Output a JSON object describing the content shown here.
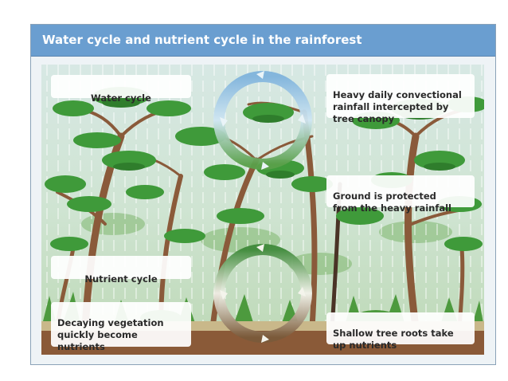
{
  "title": "Water cycle and nutrient cycle in the rainforest",
  "labels": {
    "water_cycle": "Water cycle",
    "nutrient_cycle": "Nutrient cycle",
    "rainfall": "Heavy daily convectional\nrainfall intercepted by\ntree canopy",
    "ground": "Ground is protected\nfrom the heavy rainfall",
    "decaying": "Decaying vegetation\nquickly become\nnutrients",
    "roots": "Shallow tree roots take\nup nutrients"
  },
  "colors": {
    "title_bar": "#6a9ed0",
    "water_ring": "#8cc0e0",
    "nutrient_ring": "#7a5a3a",
    "canopy": "#3f9a3a",
    "trunk": "#8a5a3a",
    "soil": "#8a5a38"
  }
}
